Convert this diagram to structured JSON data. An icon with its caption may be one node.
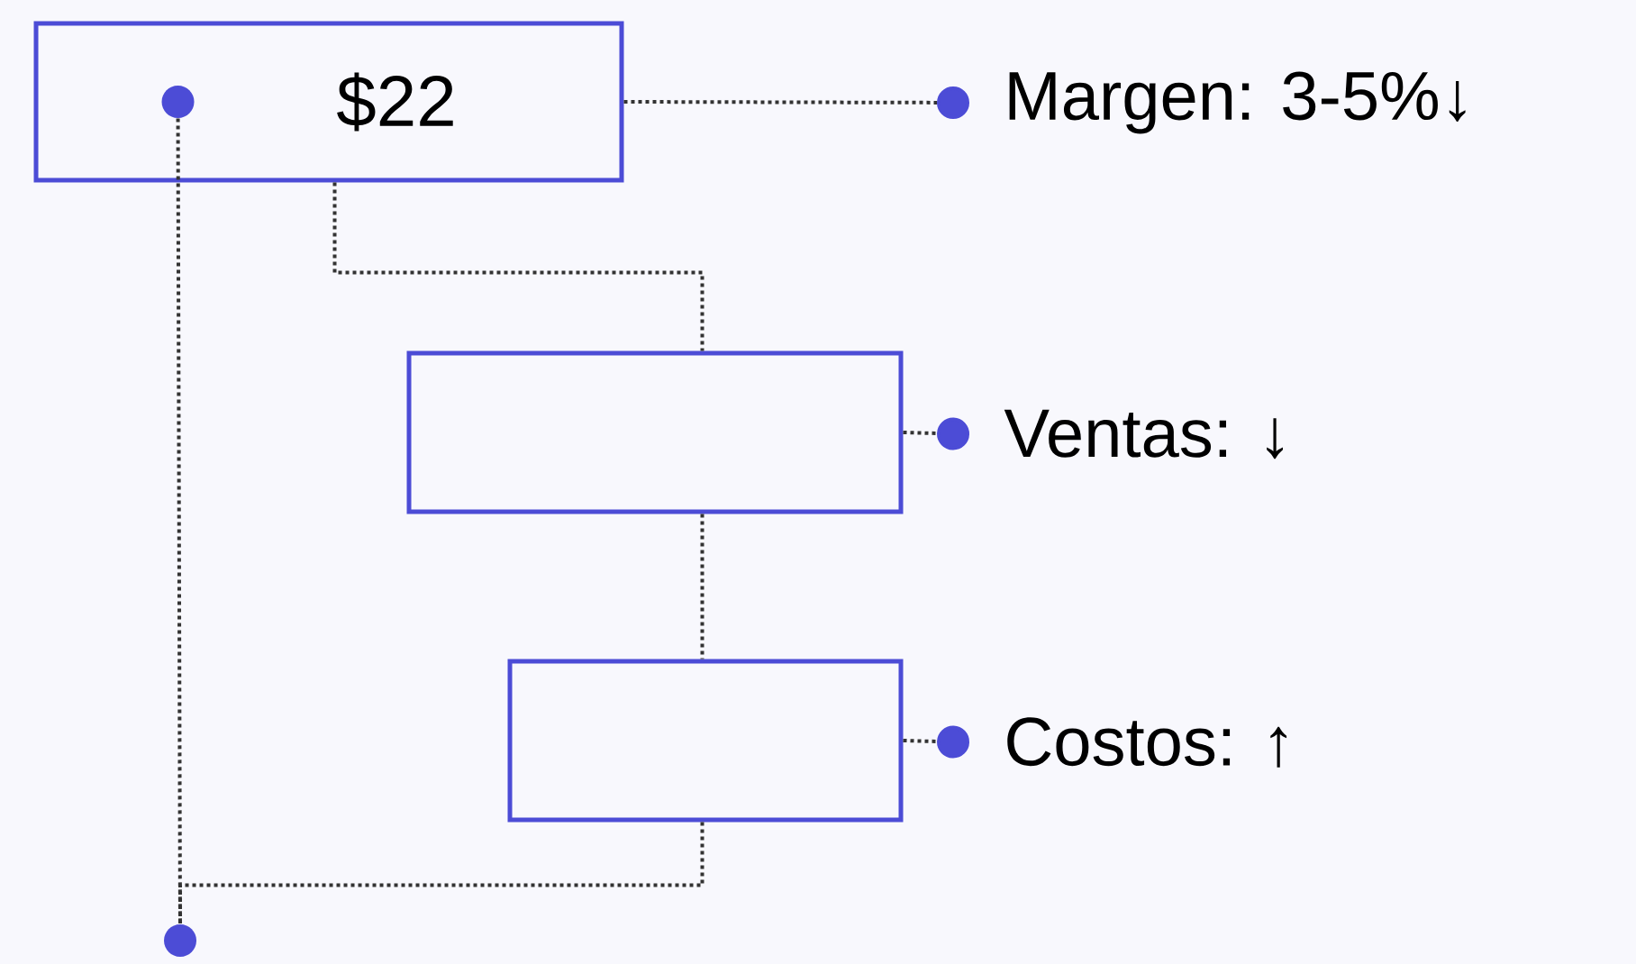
{
  "diagram": {
    "nodes": [
      {
        "text": [
          "$22"
        ]
      },
      {
        "text": [],
        "shape": "box"
      },
      {
        "text": [],
        "shape": "box"
      },
      {
        "text": [
          "Margen: 3-5%↓"
        ]
      },
      {
        "text": [
          "Ventas: ↓"
        ]
      },
      {
        "text": [
          "Costos: ↑"
        ]
      },
      {
        "text": [],
        "shape": "circle",
        "in": 0
      },
      {
        "text": [],
        "shape": "circle"
      }
    ],
    "edges": [
      {
        "from": 0,
        "to": 3,
        "arrow": "other"
      },
      {
        "from": 0,
        "to": 1,
        "arrow": "none"
      },
      {
        "from": 1,
        "to": 4,
        "arrow": "other"
      },
      {
        "from": 1,
        "to": 2,
        "arrow": "none"
      },
      {
        "from": 2,
        "to": 5,
        "arrow": "other"
      },
      {
        "from": 2,
        "to": 7,
        "arrow": "none"
      },
      {
        "from": 6,
        "to": 7,
        "arrow": "none"
      }
    ]
  }
}
